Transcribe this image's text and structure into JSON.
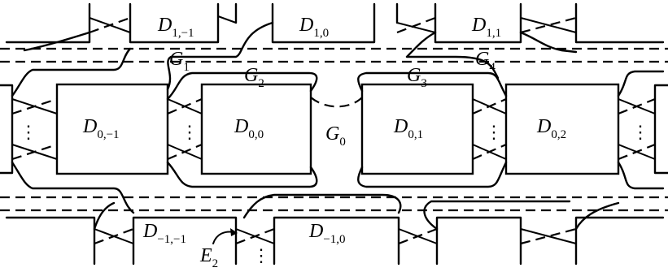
{
  "diagram": {
    "blocks": {
      "d_1_m1": {
        "base": "D",
        "sub": "1,−1"
      },
      "d_1_0": {
        "base": "D",
        "sub": "1,0"
      },
      "d_1_1": {
        "base": "D",
        "sub": "1,1"
      },
      "d_0_m1": {
        "base": "D",
        "sub": "0,−1"
      },
      "d_0_0": {
        "base": "D",
        "sub": "0,0"
      },
      "d_0_1": {
        "base": "D",
        "sub": "0,1"
      },
      "d_0_2": {
        "base": "D",
        "sub": "0,2"
      },
      "d_m1_m1": {
        "base": "D",
        "sub": "−1,−1"
      },
      "d_m1_0": {
        "base": "D",
        "sub": "−1,0"
      }
    },
    "gaps": {
      "g0": {
        "base": "G",
        "sub": "0"
      },
      "g1": {
        "base": "G",
        "sub": "1"
      },
      "g2": {
        "base": "G",
        "sub": "2"
      },
      "g3": {
        "base": "G",
        "sub": "3"
      },
      "g4": {
        "base": "G",
        "sub": "4"
      }
    },
    "edge_label": {
      "base": "E",
      "sub": "2"
    },
    "ellipsis": "⋮"
  }
}
